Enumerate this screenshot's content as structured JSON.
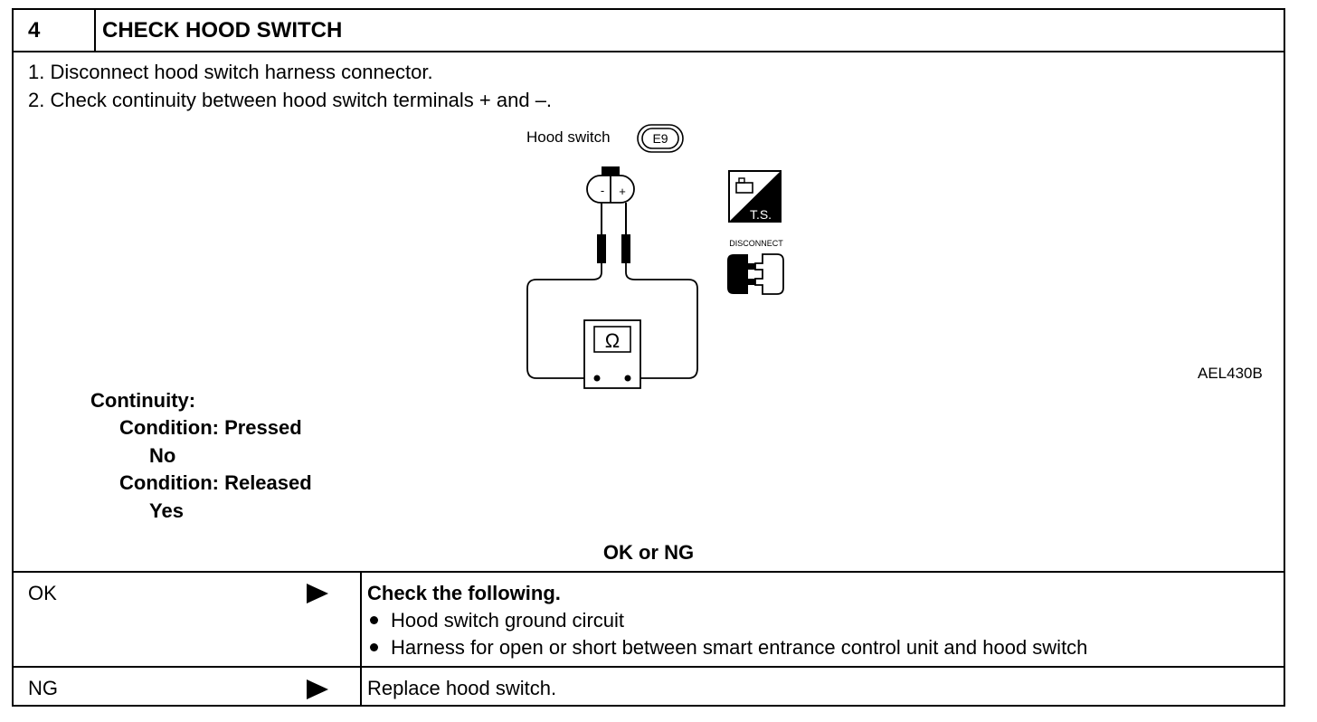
{
  "header": {
    "step_number": "4",
    "title": "CHECK HOOD SWITCH"
  },
  "procedure": {
    "steps": [
      "1.  Disconnect hood switch harness connector.",
      "2.  Check continuity between hood switch terminals + and –."
    ]
  },
  "figure": {
    "label": "Hood switch",
    "connector_id": "E9",
    "terminal_neg": "-",
    "terminal_pos": "+",
    "meter_symbol": "Ω",
    "ts_badge": "T.S.",
    "disconnect_label": "DISCONNECT",
    "figure_code": "AEL430B"
  },
  "spec": {
    "title": "Continuity:",
    "cond1_label": "Condition: Pressed",
    "cond1_value": "No",
    "cond2_label": "Condition: Released",
    "cond2_value": "Yes"
  },
  "result_prompt": "OK or NG",
  "results": {
    "ok": {
      "label": "OK",
      "action_title": "Check the following.",
      "items": [
        "Hood switch ground circuit",
        "Harness for open or short between smart entrance control unit and hood switch"
      ]
    },
    "ng": {
      "label": "NG",
      "action": "Replace hood switch."
    }
  }
}
